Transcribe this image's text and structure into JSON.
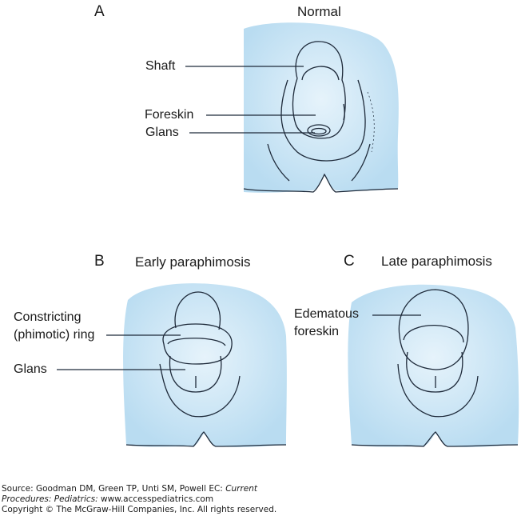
{
  "panels": {
    "a": {
      "letter": "A",
      "title": "Normal",
      "labels": {
        "shaft": "Shaft",
        "foreskin": "Foreskin",
        "glans": "Glans"
      }
    },
    "b": {
      "letter": "B",
      "title": "Early paraphimosis",
      "labels": {
        "ring_1": "Constricting",
        "ring_2": "(phimotic) ring",
        "glans": "Glans"
      }
    },
    "c": {
      "letter": "C",
      "title": "Late paraphimosis",
      "labels": {
        "edema_1": "Edematous",
        "edema_2": "foreskin"
      }
    }
  },
  "source": {
    "prefix": "Source: Goodman DM, Green TP, Unti SM, Powell EC: ",
    "title_italic_1": "Current",
    "title_italic_2": "Procedures: Pediatrics:",
    "url": " www.accesspediatrics.com",
    "copyright": "Copyright © The McGraw-Hill Companies, Inc. All rights reserved."
  },
  "colors": {
    "skin": "#cfe6f5",
    "outline": "#1e2a3a",
    "text": "#1a1a1a"
  }
}
